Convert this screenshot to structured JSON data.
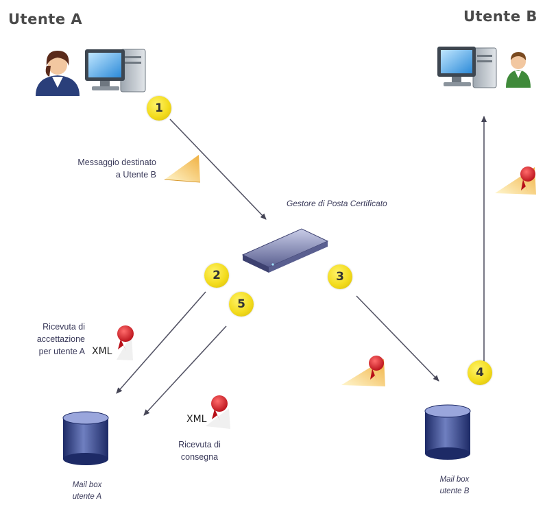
{
  "titles": {
    "user_a": "Utente A",
    "user_b": "Utente B"
  },
  "labels": {
    "message_line1": "Messaggio destinato",
    "message_line2": "a Utente B",
    "gateway": "Gestore di Posta Certificato",
    "acceptance_line1": "Ricevuta di",
    "acceptance_line2": "accettazione",
    "acceptance_line3": "per utente A",
    "delivery_line1": "Ricevuta di",
    "delivery_line2": "consegna",
    "mailbox_a_line1": "Mail box",
    "mailbox_a_line2": "utente A",
    "mailbox_b_line1": "Mail box",
    "mailbox_b_line2": "utente B",
    "xml_a": "XML",
    "xml_b": "XML"
  },
  "steps": [
    "1",
    "2",
    "3",
    "4",
    "5"
  ],
  "icons": [
    "user-female-icon",
    "computer-icon",
    "user-male-icon",
    "envelope-icon",
    "certified-envelope-icon",
    "xml-receipt-icon",
    "server-icon",
    "database-icon"
  ],
  "colors": {
    "step_badge": "#f3dc1e",
    "arrow": "#555566",
    "database": "#3a4a8a",
    "seal": "#d0202a"
  }
}
